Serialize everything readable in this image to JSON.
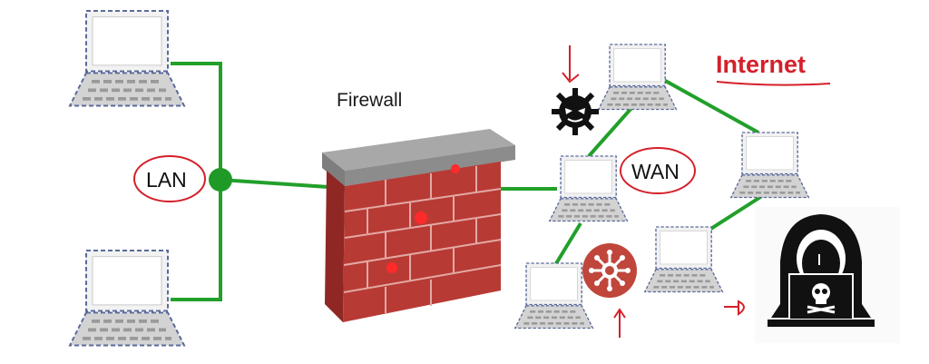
{
  "labels": {
    "firewall": "Firewall",
    "lan": "LAN",
    "wan": "WAN",
    "internet": "Internet"
  },
  "colors": {
    "link": "#22a02a",
    "hub": "#1f9a26",
    "laptop_fill": "#f2f2f2",
    "laptop_border": "#5b6a9a",
    "keyboard": "#c9c9c9",
    "annotation": "#d4202a",
    "brick": "#b83a35",
    "wall_cap": "#9a9a9a",
    "virus": "#c0463c",
    "hacker": "#111111"
  },
  "icons": [
    "laptop-icon",
    "firewall-icon",
    "hub-node-icon",
    "malware-bug-icon",
    "virus-icon",
    "hacker-icon",
    "skull-icon"
  ]
}
